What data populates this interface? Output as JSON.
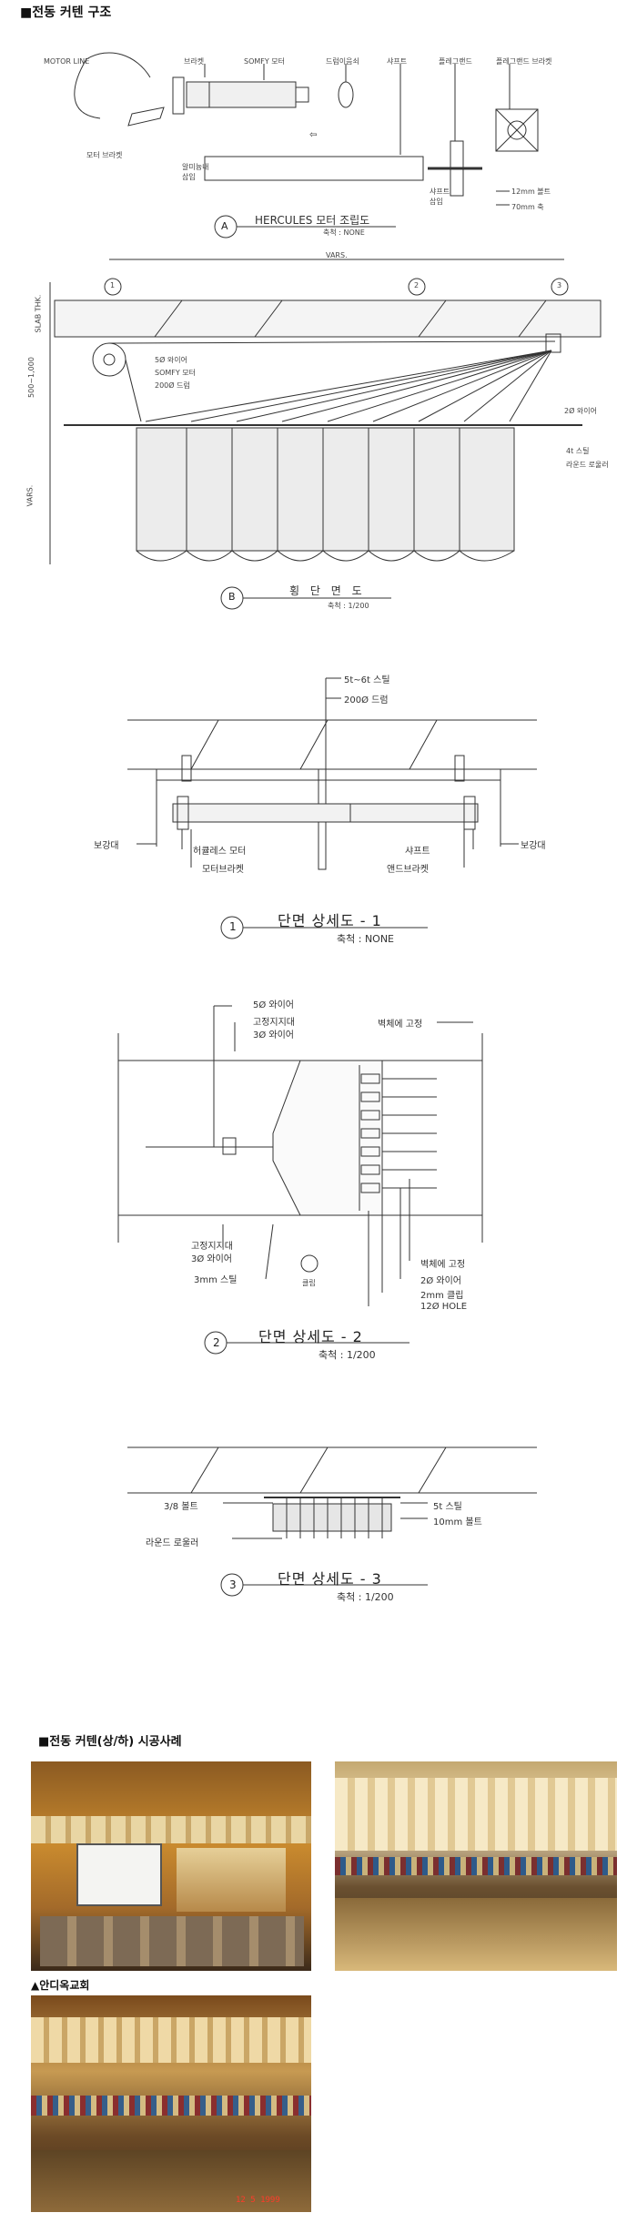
{
  "section1": {
    "title": "■전동 커텐  구조"
  },
  "assembly": {
    "labels": {
      "motor_line": "MOTOR LINE",
      "bracket": "브라켓",
      "somfy_motor": "SOMFY 모터",
      "drum_joint": "드럼이음쇠",
      "shaft": "샤프트",
      "flange": "플레그랜드",
      "flange_bracket": "플레그랜드 브라켓",
      "motor_bracket": "모터 브라켓",
      "insert_left": "알미늄내\n삽입",
      "insert_shaft": "샤프트\n삽입",
      "bolt_12": "12mm 볼트",
      "shaft_70": "70mm 축",
      "arrow_left": "⇦"
    },
    "marker": "A",
    "caption": "HERCULES 모터 조립도",
    "scale": "축척 : NONE"
  },
  "section_b": {
    "vars_top": "VARS.",
    "slab": "SLAB THK.",
    "range": "500~1,000",
    "vars_side": "VARS.",
    "points": [
      "1",
      "2",
      "3"
    ],
    "labels": {
      "wire5": "5Ø 와이어",
      "somfy": "SOMFY 모터",
      "drum200": "200Ø 드럼",
      "wire2": "2Ø 와이어",
      "steel4t": "4t 스틸",
      "round_roller": "라운드 로울러"
    },
    "marker": "B",
    "caption": "횡 단 면 도",
    "scale": "축척 : 1/200"
  },
  "detail1": {
    "labels": {
      "steel": "5t~6t 스틸",
      "drum": "200Ø 드럼",
      "reinforce_left": "보강대",
      "motor": "허큘레스 모터",
      "motor_bracket": "모터브라켓",
      "shaft": "샤프트",
      "end_bracket": "앤드브라켓",
      "reinforce_right": "보강대"
    },
    "marker": "1",
    "caption": "단면 상세도 - 1",
    "scale": "축척 : NONE"
  },
  "detail2": {
    "labels": {
      "wire5": "5Ø 와이어",
      "support_top": "고정지지대",
      "wire3_top": "3Ø 와이어",
      "wall_fix_top": "벽체에 고정",
      "support_bottom": "고정지지대",
      "wire3_bottom": "3Ø 와이어",
      "clip": "클립",
      "steel3": "3mm 스틸",
      "wall_fix_bottom": "벽체에 고정",
      "wire2": "2Ø 와이어",
      "clamp": "2mm 클립",
      "hole": "12Ø HOLE"
    },
    "marker": "2",
    "caption": "단면 상세도 - 2",
    "scale": "축척 : 1/200"
  },
  "detail3": {
    "labels": {
      "bolt38": "3/8 볼트",
      "steel5t": "5t 스틸",
      "bolt10": "10mm 볼트",
      "roller": "라운드 로울러"
    },
    "marker": "3",
    "caption": "단면 상세도 - 3",
    "scale": "축척 : 1/200"
  },
  "section2": {
    "title": "■전동 커텐(상/하) 시공사례",
    "photo_caption": "▲안디옥교회",
    "photo_timestamp": "12 5 1999"
  },
  "colors": {
    "line": "#333333",
    "curtain": "#e8d9a8",
    "warm_light": "#c98a2e",
    "dark_brown": "#4a2e14"
  }
}
